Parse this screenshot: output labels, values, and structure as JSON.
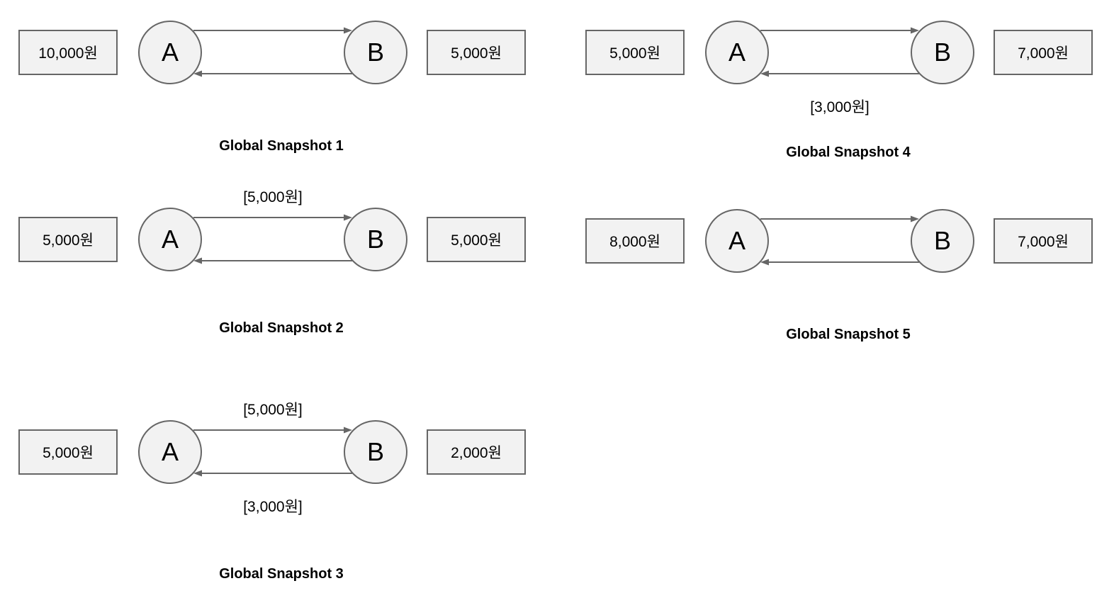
{
  "style": {
    "background": "#ffffff",
    "shape_fill": "#f2f2f2",
    "shape_stroke": "#666666",
    "arrow_color": "#666666",
    "text_color": "#000000"
  },
  "snapshots": [
    {
      "title": "Global Snapshot 1",
      "node_a": "A",
      "node_b": "B",
      "left_balance": "10,000원",
      "right_balance": "5,000원"
    },
    {
      "title": "Global Snapshot 2",
      "node_a": "A",
      "node_b": "B",
      "left_balance": "5,000원",
      "right_balance": "5,000원",
      "top_label": "[5,000원]"
    },
    {
      "title": "Global Snapshot 3",
      "node_a": "A",
      "node_b": "B",
      "left_balance": "5,000원",
      "right_balance": "2,000원",
      "top_label": "[5,000원]",
      "bottom_label": "[3,000원]"
    },
    {
      "title": "Global Snapshot 4",
      "node_a": "A",
      "node_b": "B",
      "left_balance": "5,000원",
      "right_balance": "7,000원",
      "bottom_label": "[3,000원]"
    },
    {
      "title": "Global Snapshot 5",
      "node_a": "A",
      "node_b": "B",
      "left_balance": "8,000원",
      "right_balance": "7,000원"
    }
  ]
}
